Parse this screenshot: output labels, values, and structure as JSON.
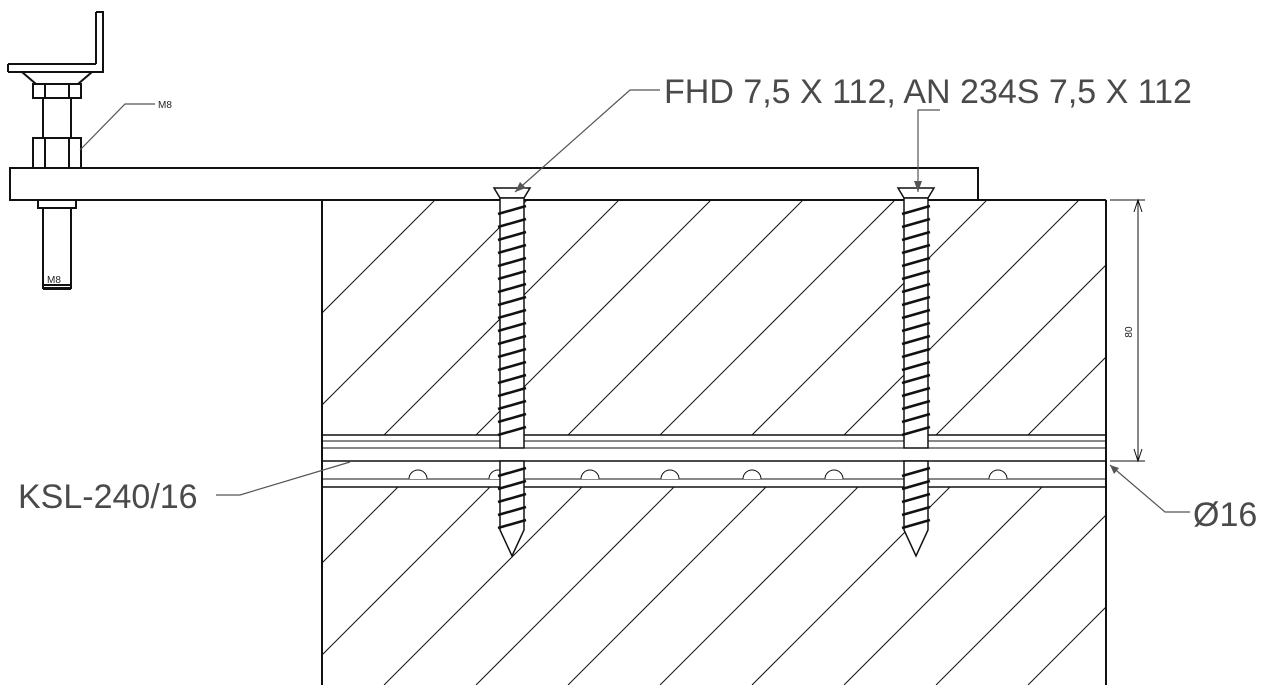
{
  "labels": {
    "screw_spec": "FHD 7,5 X 112, AN 234S 7,5 X 112",
    "connector": "KSL-240/16",
    "diameter": "Ø16",
    "bolt": "M8",
    "bolt_end": "M8",
    "dimension": "80"
  },
  "colors": {
    "line": "#111111",
    "text": "#4a4a4a",
    "background": "#ffffff"
  }
}
